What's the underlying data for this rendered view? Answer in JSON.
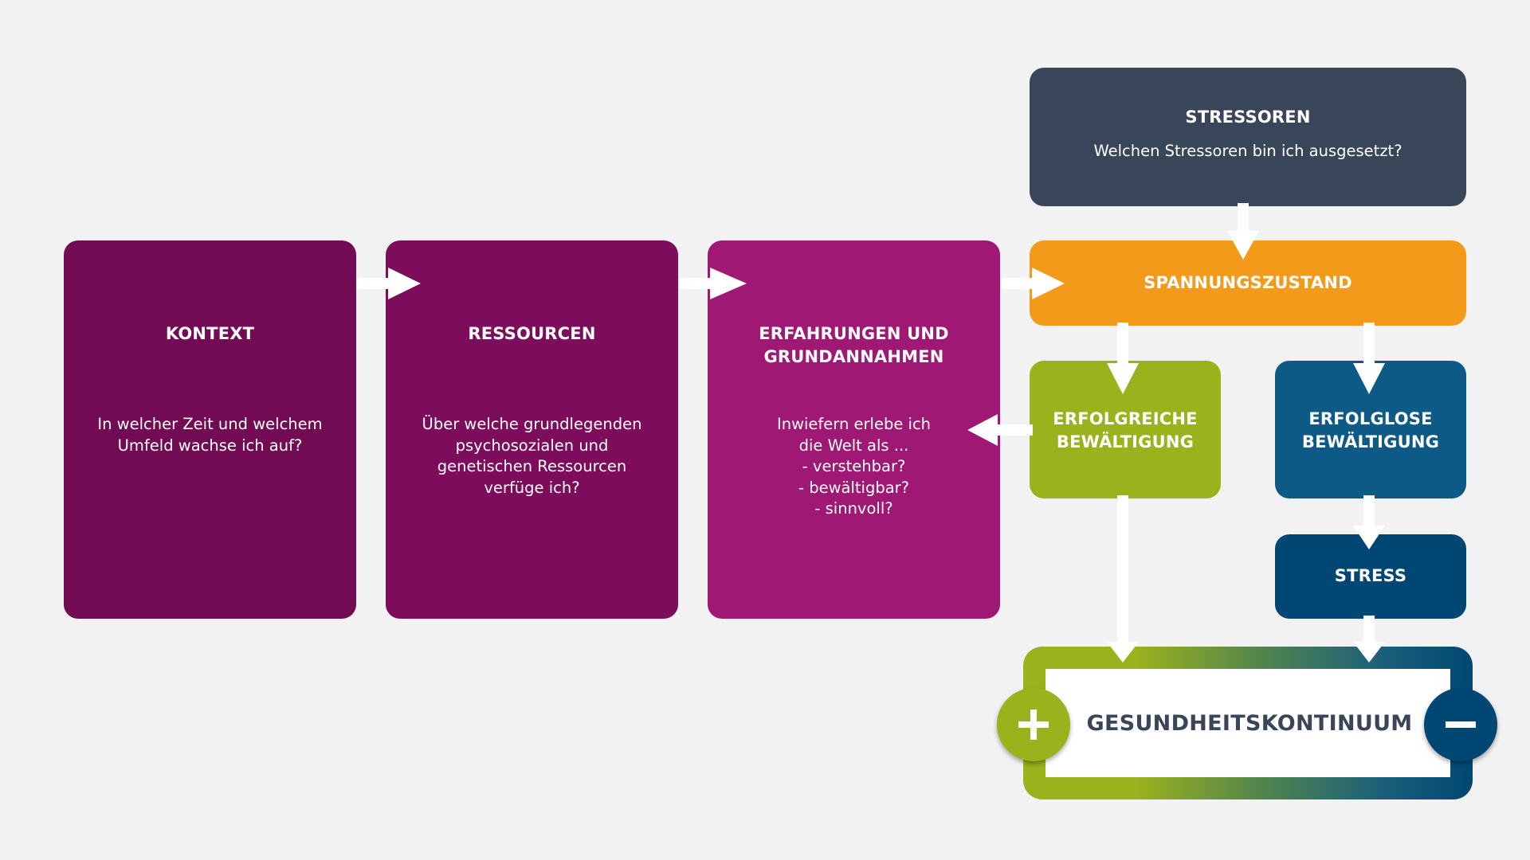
{
  "boxes": {
    "kontext": {
      "title": "KONTEXT",
      "text": "In welcher Zeit und welchem\nUmfeld wachse ich auf?"
    },
    "ressourcen": {
      "title": "RESSOURCEN",
      "text": "Über welche grundlegenden\npsychosozialen und\ngenetischen Ressourcen\nverfüge ich?"
    },
    "erfahrungen": {
      "title": "ERFAHRUNGEN UND\nGRUNDANNAHMEN",
      "text": "Inwiefern erlebe ich\ndie Welt als ...\n- verstehbar?\n- bewältigbar?\n- sinnvoll?"
    },
    "stressoren": {
      "title": "STRESSOREN",
      "text": "Welchen Stressoren bin ich ausgesetzt?"
    },
    "spannungszustand": {
      "title": "SPANNUNGSZUSTAND"
    },
    "erfolgreiche": {
      "title": "ERFOLGREICHE\nBEWÄLTIGUNG"
    },
    "erfolglose": {
      "title": "ERFOLGLOSE\nBEWÄLTIGUNG"
    },
    "stress": {
      "title": "STRESS"
    }
  },
  "continuum": {
    "label": "GESUNDHEITSKONTINUUM",
    "plus_icon": "plus-icon",
    "minus_icon": "minus-icon"
  },
  "colors": {
    "kontext": "#720b53",
    "ressourcen": "#7e0c5c",
    "erfahrungen": "#9e1874",
    "stressoren": "#394659",
    "spannungszustand": "#f39a1a",
    "erfolgreiche": "#9ab21c",
    "erfolglose": "#0d5a86",
    "stress": "#004873",
    "arrow": "#ffffff"
  }
}
